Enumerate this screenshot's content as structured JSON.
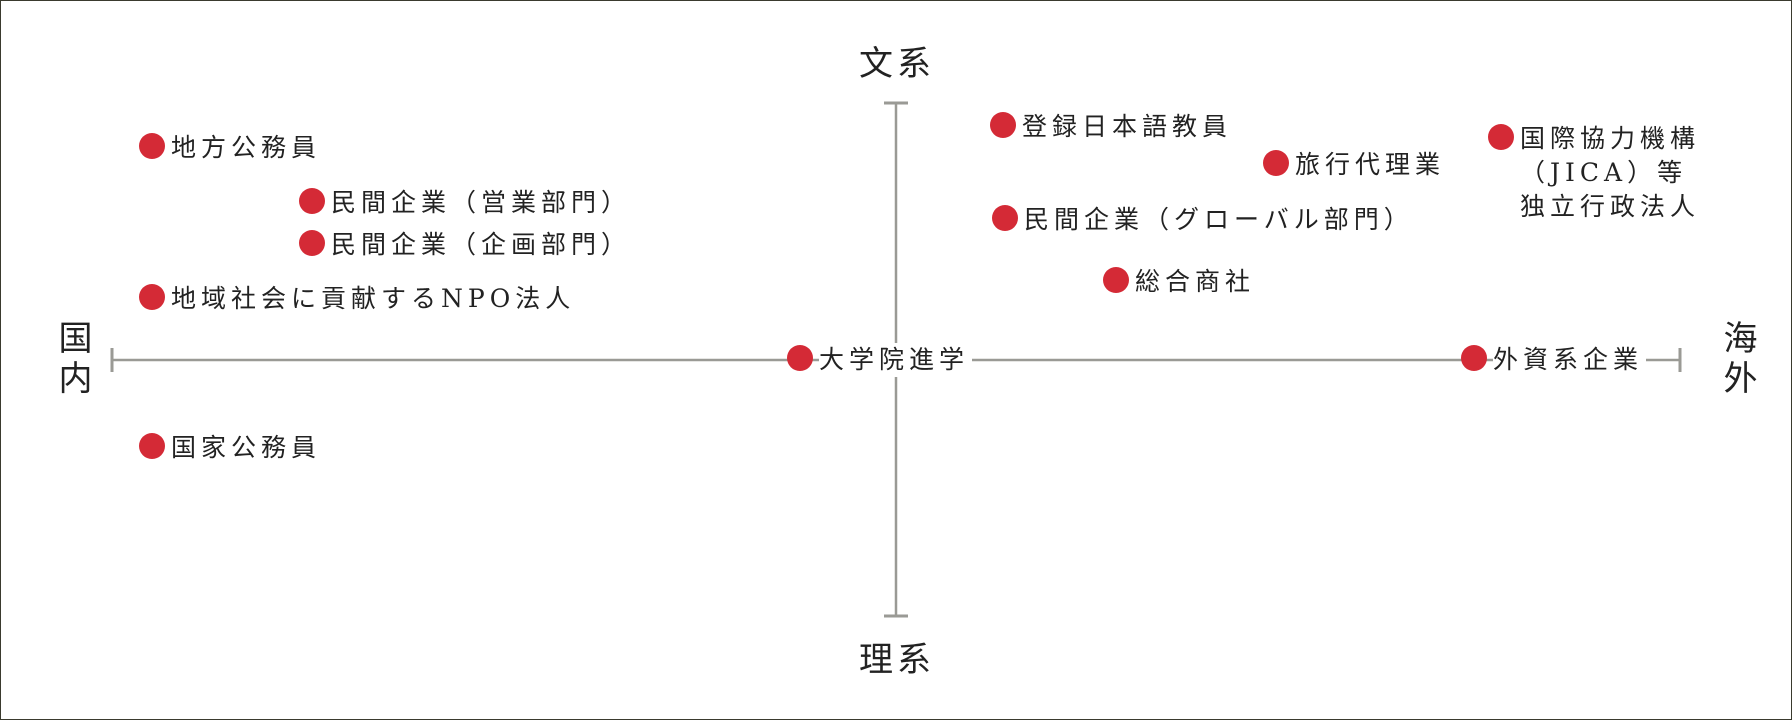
{
  "axes": {
    "top": "文系",
    "bottom": "理系",
    "left": "国内",
    "right": "海外"
  },
  "colors": {
    "dot": "#d42a36",
    "axis_line": "#9a9a95",
    "frame": "#3a3a2e"
  },
  "items": [
    {
      "id": "chiho-komuin",
      "label": "地方公務員"
    },
    {
      "id": "minkan-eigyo",
      "label": "民間企業（営業部門）"
    },
    {
      "id": "minkan-kikaku",
      "label": "民間企業（企画部門）"
    },
    {
      "id": "chiiki-npo",
      "label": "地域社会に貢献するNPO法人"
    },
    {
      "id": "kokka-komuin",
      "label": "国家公務員"
    },
    {
      "id": "daigakuin",
      "label": "大学院進学"
    },
    {
      "id": "nihongo-kyoin",
      "label": "登録日本語教員"
    },
    {
      "id": "ryoko",
      "label": "旅行代理業"
    },
    {
      "id": "minkan-global",
      "label": "民間企業（グローバル部門）"
    },
    {
      "id": "sogo-shosha",
      "label": "総合商社"
    },
    {
      "id": "jica",
      "lines": [
        "国際協力機構",
        "（JICA）等",
        "独立行政法人"
      ]
    },
    {
      "id": "gaishi",
      "label": "外資系企業"
    }
  ]
}
